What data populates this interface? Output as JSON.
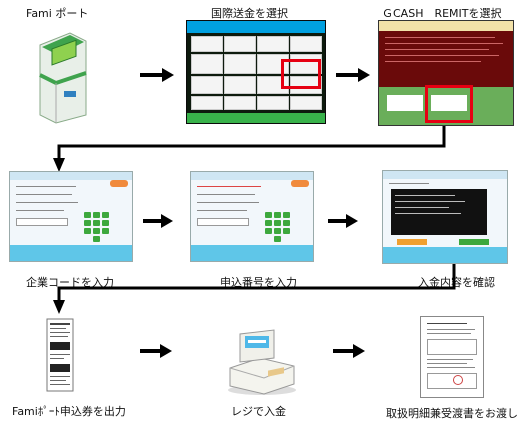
{
  "steps": {
    "s1": "Fami ポート",
    "s2": "国際送金を選択",
    "s3": "ＧCASH　REMITを選択",
    "s4": "企業コードを入力",
    "s5": "申込番号を入力",
    "s6": "入金内容を確認",
    "s7": "Famiﾎﾟｰﾄ申込券を出力",
    "s8": "レジで入金",
    "s9": "取扱明細兼受渡書をお渡し"
  },
  "colors": {
    "highlight": "#e60012",
    "arrow": "#000000"
  }
}
